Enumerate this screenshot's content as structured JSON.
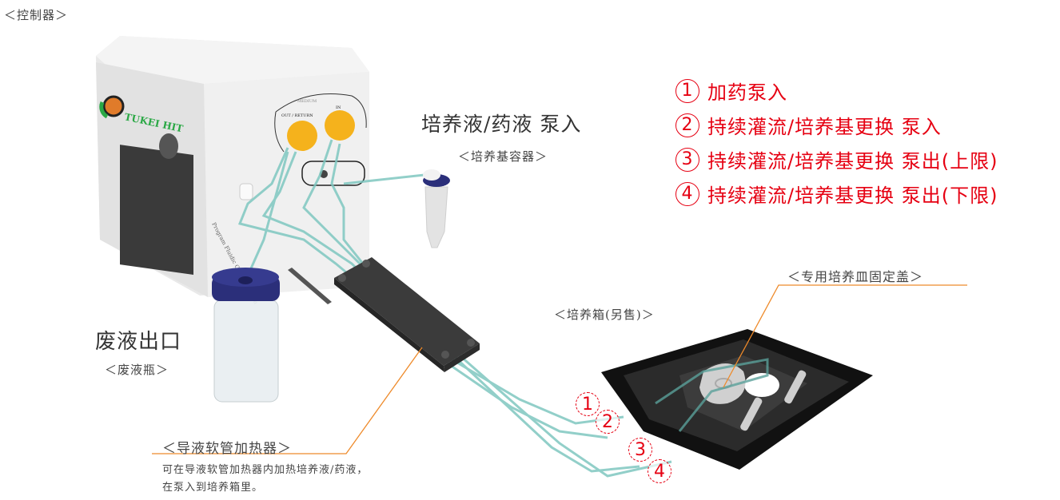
{
  "labels": {
    "controller": "＜控制器＞",
    "pump_in_title": "培养液/药液 泵入",
    "medium_container": "＜培养基容器＞",
    "waste_title": "废液出口",
    "waste_bottle": "＜废液瓶＞",
    "heater_title": "＜导液软管加热器＞",
    "heater_desc_line1": "可在导液软管加热器内加热培养液/药液，",
    "heater_desc_line2": "在泵入到培养箱里。",
    "incubator": "＜培养箱(另售)＞",
    "dish_lid": "＜专用培养皿固定盖＞"
  },
  "legend": [
    {
      "num": "1",
      "text": "加药泵入"
    },
    {
      "num": "2",
      "text": "持续灌流/培养基更换 泵入"
    },
    {
      "num": "3",
      "text": "持续灌流/培养基更换 泵出(上限)"
    },
    {
      "num": "4",
      "text": "持续灌流/培养基更换 泵出(下限)"
    }
  ],
  "tube_tags": [
    "1",
    "2",
    "3",
    "4"
  ],
  "device": {
    "brand": "TUKEI HIT",
    "side_text": "Program Fluidic Control System",
    "medium_label": "MEDIUM",
    "out_label": "OUT / RETURN",
    "in_label": "IN"
  },
  "colors": {
    "accent_red": "#e60012",
    "leader_orange": "#ee8a2a",
    "pump_yellow": "#f5b21c",
    "cap_navy": "#2b2f7a",
    "tube_teal": "#7fc7c0"
  }
}
